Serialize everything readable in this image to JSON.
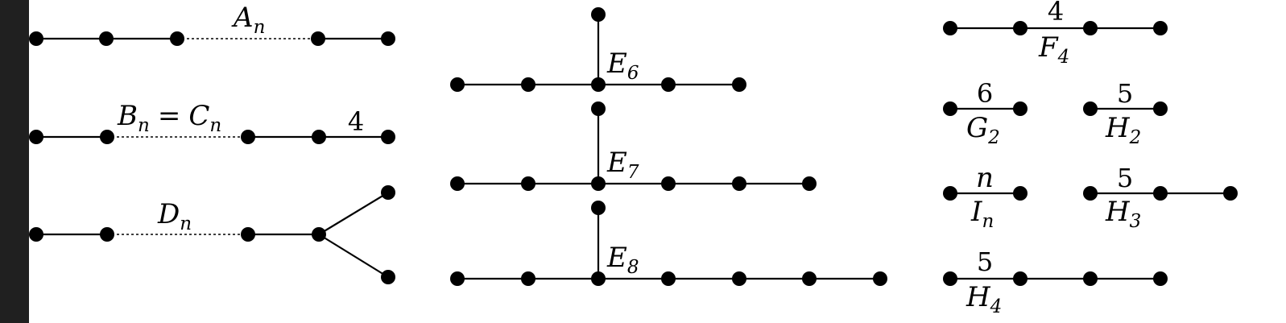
{
  "diagrams": {
    "A": {
      "main": "A",
      "sub": "n"
    },
    "BC": {
      "main1": "B",
      "sub1": "n",
      "eq": "=",
      "main2": "C",
      "sub2": "n",
      "weight": "4"
    },
    "D": {
      "main": "D",
      "sub": "n"
    },
    "E6": {
      "main": "E",
      "sub": "6"
    },
    "E7": {
      "main": "E",
      "sub": "7"
    },
    "E8": {
      "main": "E",
      "sub": "8"
    },
    "F4": {
      "main": "F",
      "sub": "4",
      "weight": "4"
    },
    "G2": {
      "main": "G",
      "sub": "2",
      "weight": "6"
    },
    "H2": {
      "main": "H",
      "sub": "2",
      "weight": "5"
    },
    "I": {
      "main": "I",
      "sub": "n",
      "weight": "n"
    },
    "H3": {
      "main": "H",
      "sub": "3",
      "weight": "5"
    },
    "H4": {
      "main": "H",
      "sub": "4",
      "weight": "5"
    }
  }
}
